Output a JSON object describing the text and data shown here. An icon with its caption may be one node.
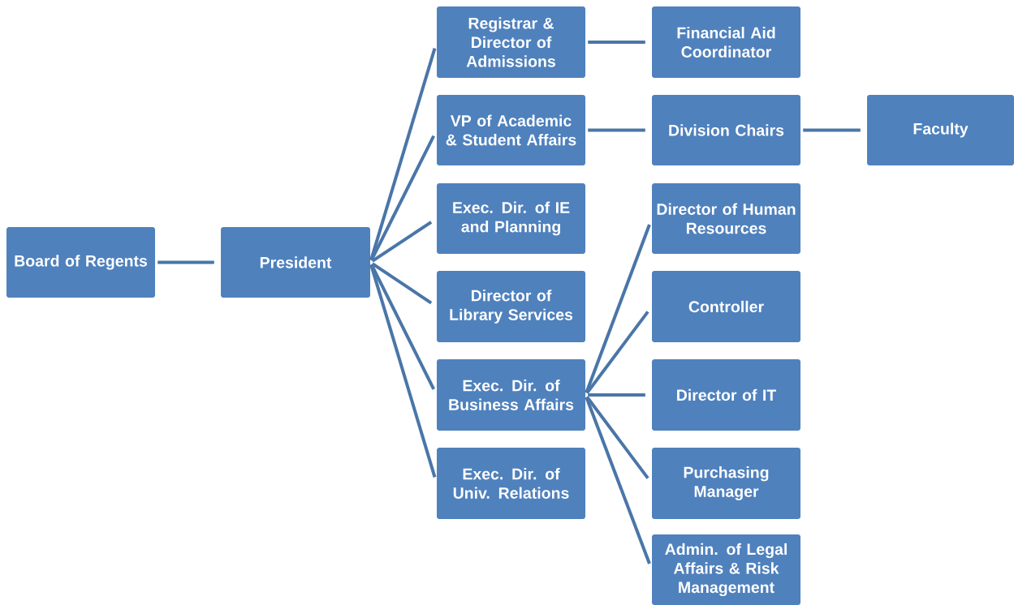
{
  "diagram": {
    "nodes": [
      {
        "text": [
          "Board of Regents"
        ]
      },
      {
        "text": [
          "President"
        ]
      },
      {
        "text": [
          "Registrar & Director of Admissions"
        ]
      },
      {
        "text": [
          "VP of Academic & Student Affairs"
        ]
      },
      {
        "text": [
          "Exec. Dir. of IE and Planning"
        ]
      },
      {
        "text": [
          "Director of Library Services"
        ]
      },
      {
        "text": [
          "Exec. Dir. of Business Affairs"
        ]
      },
      {
        "text": [
          "Exec. Dir. of Univ. Relations"
        ]
      },
      {
        "text": [
          "Financial Aid Coordinator"
        ]
      },
      {
        "text": [
          "Division Chairs"
        ]
      },
      {
        "text": [
          "Director of Human Resources"
        ]
      },
      {
        "text": [
          "Controller"
        ]
      },
      {
        "text": [
          "Director of IT"
        ]
      },
      {
        "text": [
          "Purchasing Manager"
        ]
      },
      {
        "text": [
          "Admin. of Legal Affairs & Risk Management"
        ]
      },
      {
        "text": [
          "Faculty"
        ]
      }
    ],
    "edges": [
      {
        "from": 0,
        "to": 1,
        "arrow": "none"
      },
      {
        "from": 1,
        "to": 2,
        "arrow": "none"
      },
      {
        "from": 1,
        "to": 3,
        "arrow": "none"
      },
      {
        "from": 1,
        "to": 4,
        "arrow": "none"
      },
      {
        "from": 1,
        "to": 5,
        "arrow": "none"
      },
      {
        "from": 1,
        "to": 6,
        "arrow": "none"
      },
      {
        "from": 1,
        "to": 7,
        "arrow": "none"
      },
      {
        "from": 2,
        "to": 8,
        "arrow": "none"
      },
      {
        "from": 3,
        "to": 9,
        "arrow": "none"
      },
      {
        "from": 9,
        "to": 15,
        "arrow": "none"
      },
      {
        "from": 6,
        "to": 10,
        "arrow": "none"
      },
      {
        "from": 6,
        "to": 11,
        "arrow": "none"
      },
      {
        "from": 6,
        "to": 12,
        "arrow": "none"
      },
      {
        "from": 6,
        "to": 13,
        "arrow": "none"
      },
      {
        "from": 6,
        "to": 14,
        "arrow": "none"
      }
    ]
  }
}
